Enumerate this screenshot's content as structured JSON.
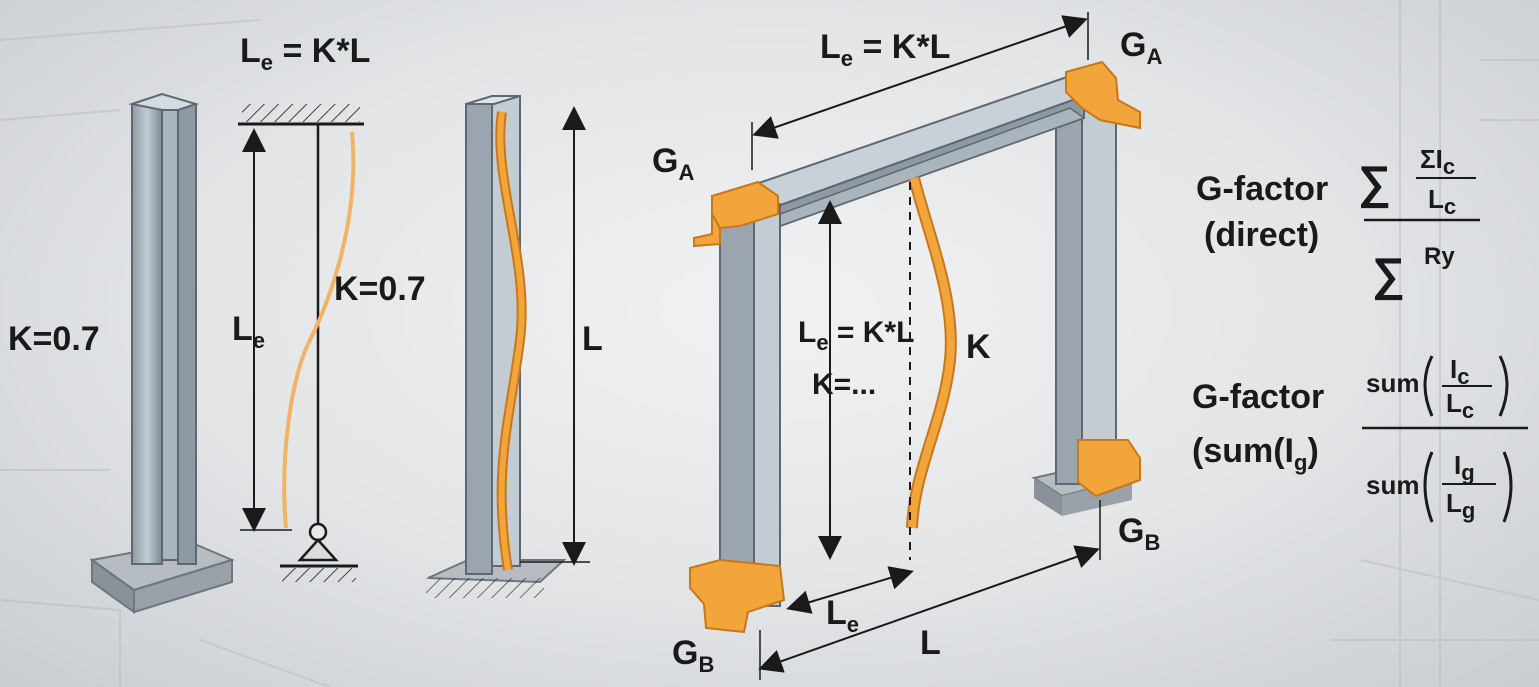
{
  "single_column": {
    "top_formula": {
      "main": "L",
      "sub": "e",
      "rest": " = K*L"
    },
    "k_left": "K=0.7",
    "k_right": "K=0.7",
    "le_label": {
      "main": "L",
      "sub": "e"
    },
    "l_label": "L"
  },
  "frame": {
    "top_formula": {
      "main": "L",
      "sub": "e",
      "rest": " = K*L"
    },
    "ga_top_right": {
      "main": "G",
      "sub": "A"
    },
    "ga_left": {
      "main": "G",
      "sub": "A"
    },
    "gb_right": {
      "main": "G",
      "sub": "B"
    },
    "gb_left": {
      "main": "G",
      "sub": "B"
    },
    "inner_formula": {
      "main": "L",
      "sub": "e",
      "rest": " = K*L"
    },
    "inner_k": "K=...",
    "k_label": "K",
    "le_bottom": {
      "main": "L",
      "sub": "e"
    },
    "l_bottom": "L"
  },
  "formulas": {
    "direct": {
      "line1": "G-factor",
      "line2": "(direct)",
      "sum_symbol": "∑",
      "num_top": "ΣI",
      "num_top_sub": "c",
      "num_bottom": "L",
      "num_bottom_sub": "c",
      "den": "Ry"
    },
    "sum": {
      "line1": "G-factor",
      "line2_main": "(sum(I",
      "line2_sub": "g",
      "line2_end": ")",
      "num_prefix": "sum",
      "num_top": "I",
      "num_top_sub": "c",
      "num_bottom": "L",
      "num_bottom_sub": "c",
      "den_prefix": "sum",
      "den_top": "I",
      "den_top_sub": "g",
      "den_bottom": "L",
      "den_bottom_sub": "g"
    }
  },
  "colors": {
    "steel": "#a7b2bc",
    "steel_dark": "#7d8893",
    "steel_light": "#c9d1d8",
    "accent": "#f2a53a",
    "accent_dark": "#d9861c",
    "text": "#1a1a1a"
  }
}
